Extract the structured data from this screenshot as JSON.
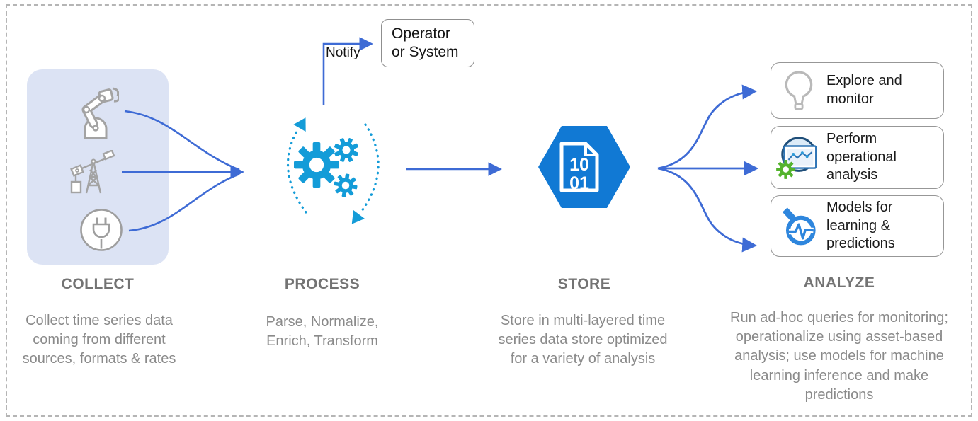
{
  "notify": {
    "label": "Notify"
  },
  "operator_box": {
    "line1": "Operator",
    "line2": "or System"
  },
  "stages": [
    {
      "id": "collect",
      "title": "COLLECT",
      "description": "Collect time series data coming from different sources, formats & rates"
    },
    {
      "id": "process",
      "title": "PROCESS",
      "description": "Parse, Normalize, Enrich, Transform"
    },
    {
      "id": "store",
      "title": "STORE",
      "description": "Store in multi-layered time series data store optimized for a variety of analysis"
    },
    {
      "id": "analyze",
      "title": "ANALYZE",
      "description": "Run ad-hoc queries for monitoring; operationalize using asset-based analysis; use models for machine learning inference and make predictions"
    }
  ],
  "collect_icons": [
    "robot-arm",
    "oil-pumpjack",
    "power-plug"
  ],
  "store_icon": {
    "digits_top": "10",
    "digits_bottom": "01"
  },
  "analyze_boxes": [
    {
      "icon": "lightbulb",
      "label": "Explore and monitor"
    },
    {
      "icon": "operational-dashboard",
      "label": "Perform operational analysis"
    },
    {
      "icon": "magnifier-pulse",
      "label": "Models for learning & predictions"
    }
  ],
  "colors": {
    "connector_blue": "#3E6BD5",
    "process_cyan": "#149CD8",
    "store_blue": "#1179D4",
    "panel_bg": "#DCE3F4",
    "icon_gray": "#A3A3A3",
    "heading_gray": "#737373",
    "desc_gray": "#8A8A8A",
    "gear_green": "#54B32D",
    "magnifier_blue": "#2E86DD"
  }
}
